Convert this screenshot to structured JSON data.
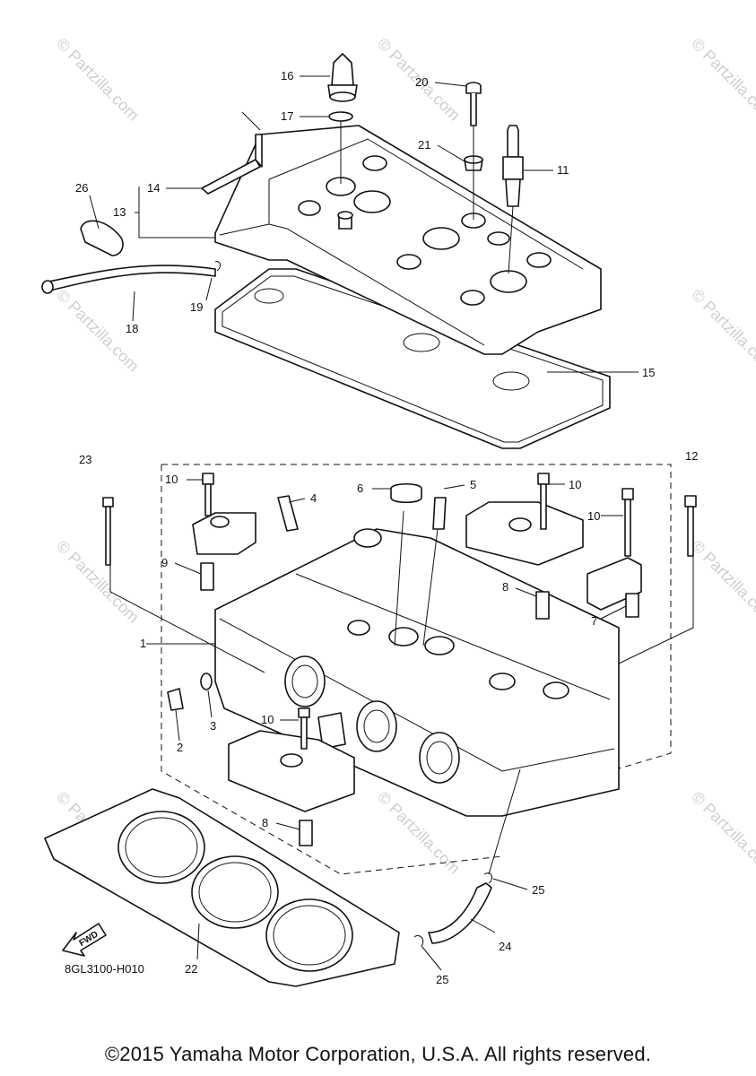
{
  "diagram": {
    "reference_code": "8GL3100-H010",
    "copyright": "©2015 Yamaha Motor Corporation, U.S.A. All rights reserved.",
    "watermark": "© Partzilla.com",
    "direction_arrow": "FWD",
    "callouts": [
      "1",
      "2",
      "3",
      "4",
      "5",
      "6",
      "7",
      "8",
      "9",
      "10",
      "11",
      "12",
      "13",
      "14",
      "15",
      "16",
      "17",
      "18",
      "19",
      "20",
      "21",
      "22",
      "23",
      "24",
      "25",
      "26"
    ]
  }
}
